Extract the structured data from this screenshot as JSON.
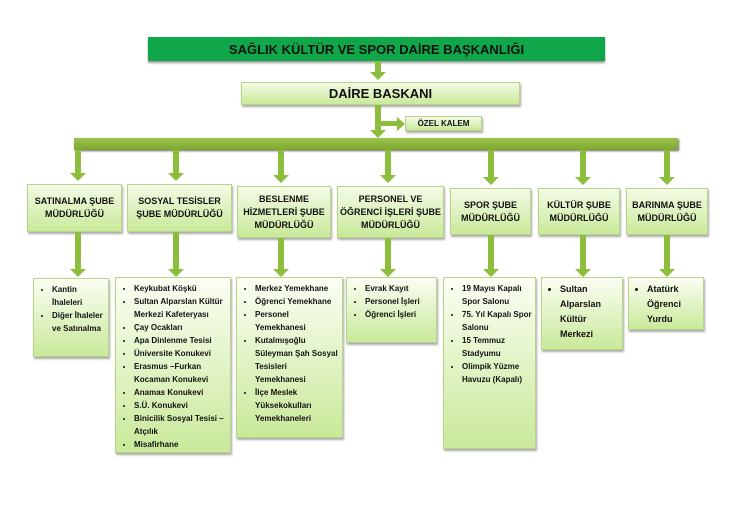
{
  "title": "SAĞLIK KÜLTÜR VE SPOR DAİRE BAŞKANLIĞI",
  "head": "DAİRE BASKANI",
  "side": "ÖZEL KALEM",
  "departments": [
    {
      "name": "SATINALMA ŞUBE MÜDÜRLÜĞÜ",
      "items": [
        "Kantin İhaleleri",
        "Diğer İhaleler ve Satınalma"
      ]
    },
    {
      "name": "SOSYAL TESİSLER ŞUBE MÜDÜRLÜĞÜ",
      "items": [
        "Keykubat Köşkü",
        "Sultan Alparslan Kültür Merkezi Kafeteryası",
        "Çay Ocakları",
        "Apa Dinlenme Tesisi",
        "Üniversite Konukevi",
        "Erasmus –Furkan Kocaman Konukevi",
        "Anamas Konukevi",
        "S.Ü. Konukevi",
        "Binicilik Sosyal Tesisi – Atçılık",
        "Misafirhane"
      ]
    },
    {
      "name": "BESLENME HİZMETLERİ ŞUBE MÜDÜRLÜĞÜ",
      "items": [
        "Merkez Yemekhane",
        "Öğrenci Yemekhane",
        "Personel Yemekhanesi",
        "Kutalmışoğlu Süleyman Şah Sosyal Tesisleri Yemekhanesi",
        "İlçe Meslek Yüksekokulları Yemekhaneleri"
      ]
    },
    {
      "name": "PERSONEL VE ÖĞRENCİ İŞLERİ ŞUBE MÜDÜRLÜĞÜ",
      "items": [
        "Evrak Kayıt",
        "Personel İşleri",
        "Öğrenci İşleri"
      ]
    },
    {
      "name": "SPOR ŞUBE MÜDÜRLÜĞÜ",
      "items": [
        "19 Mayıs Kapalı Spor Salonu",
        "75. Yıl Kapalı Spor Salonu",
        "15 Temmuz Stadyumu",
        "Olimpik Yüzme Havuzu (Kapalı)"
      ]
    },
    {
      "name": "KÜLTÜR ŞUBE MÜDÜRLÜĞÜ",
      "items": [
        "Sultan Alparslan Kültür Merkezi"
      ]
    },
    {
      "name": "BARINMA ŞUBE MÜDÜRLÜĞÜ",
      "items": [
        "Atatürk Öğrenci Yurdu"
      ]
    }
  ]
}
